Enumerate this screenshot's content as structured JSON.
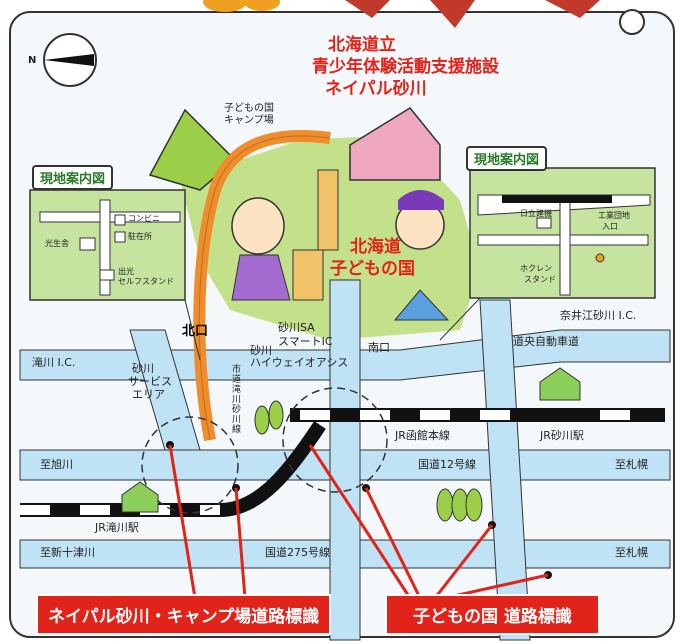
{
  "facility_title_lines": [
    "北海道立",
    "青少年体験活動支援施設",
    "ネイパル砂川"
  ],
  "kodomo_title_lines": [
    "北海道",
    "子どもの国"
  ],
  "camp_label_lines": [
    "子どもの国",
    "キャンプ場"
  ],
  "compass_label": "N",
  "left_inset": {
    "title": "現地案内図",
    "labels": {
      "conveni": "コンビニ",
      "chuzaisho": "駐在所",
      "kosei": "光生舎",
      "stand_lines": [
        "出光",
        "セルフスタンド"
      ]
    }
  },
  "right_inset": {
    "title": "現地案内図",
    "labels": {
      "nitto": "日立建機",
      "kogyo_lines": [
        "工業団地",
        "入口"
      ],
      "hokuren_lines": [
        "ホクレン",
        "スタンド"
      ]
    }
  },
  "map_labels": {
    "kitaguchi": "北口",
    "minamiguchi": "南口",
    "sunagawa_sa_lines": [
      "砂川SA",
      "スマートIC"
    ],
    "highway_oasis_lines": [
      "砂川",
      "ハイウェイオアシス"
    ],
    "takikawa_ic": "滝川 I.C.",
    "naie_ic": "奈井江砂川 I.C.",
    "doo_expressway": "道央自動車道",
    "service_area_lines": [
      "砂川",
      "サービス",
      "エリア"
    ],
    "jr_hakodate": "JR函館本線",
    "jr_sunagawa": "JR砂川駅",
    "jr_takikawa": "JR滝川駅",
    "to_asahikawa": "至旭川",
    "route12": "国道12号線",
    "to_sapporo_1": "至札幌",
    "to_shintotsukawa": "至新十津川",
    "route275": "国道275号線",
    "to_sapporo_2": "至札幌",
    "shido_lines": [
      "市",
      "道",
      "滝",
      "川",
      "砂",
      "川",
      "線"
    ]
  },
  "banners": {
    "nepal": "ネイパル砂川・キャンプ場道路標識",
    "kodomo": "子どもの国 道路標識"
  },
  "colors": {
    "road_blue": "#bfe3f4",
    "park_green": "#c3e08a",
    "orange_road": "#f08c2a",
    "red": "#e2231a",
    "inset_green": "#c6e3a0"
  }
}
